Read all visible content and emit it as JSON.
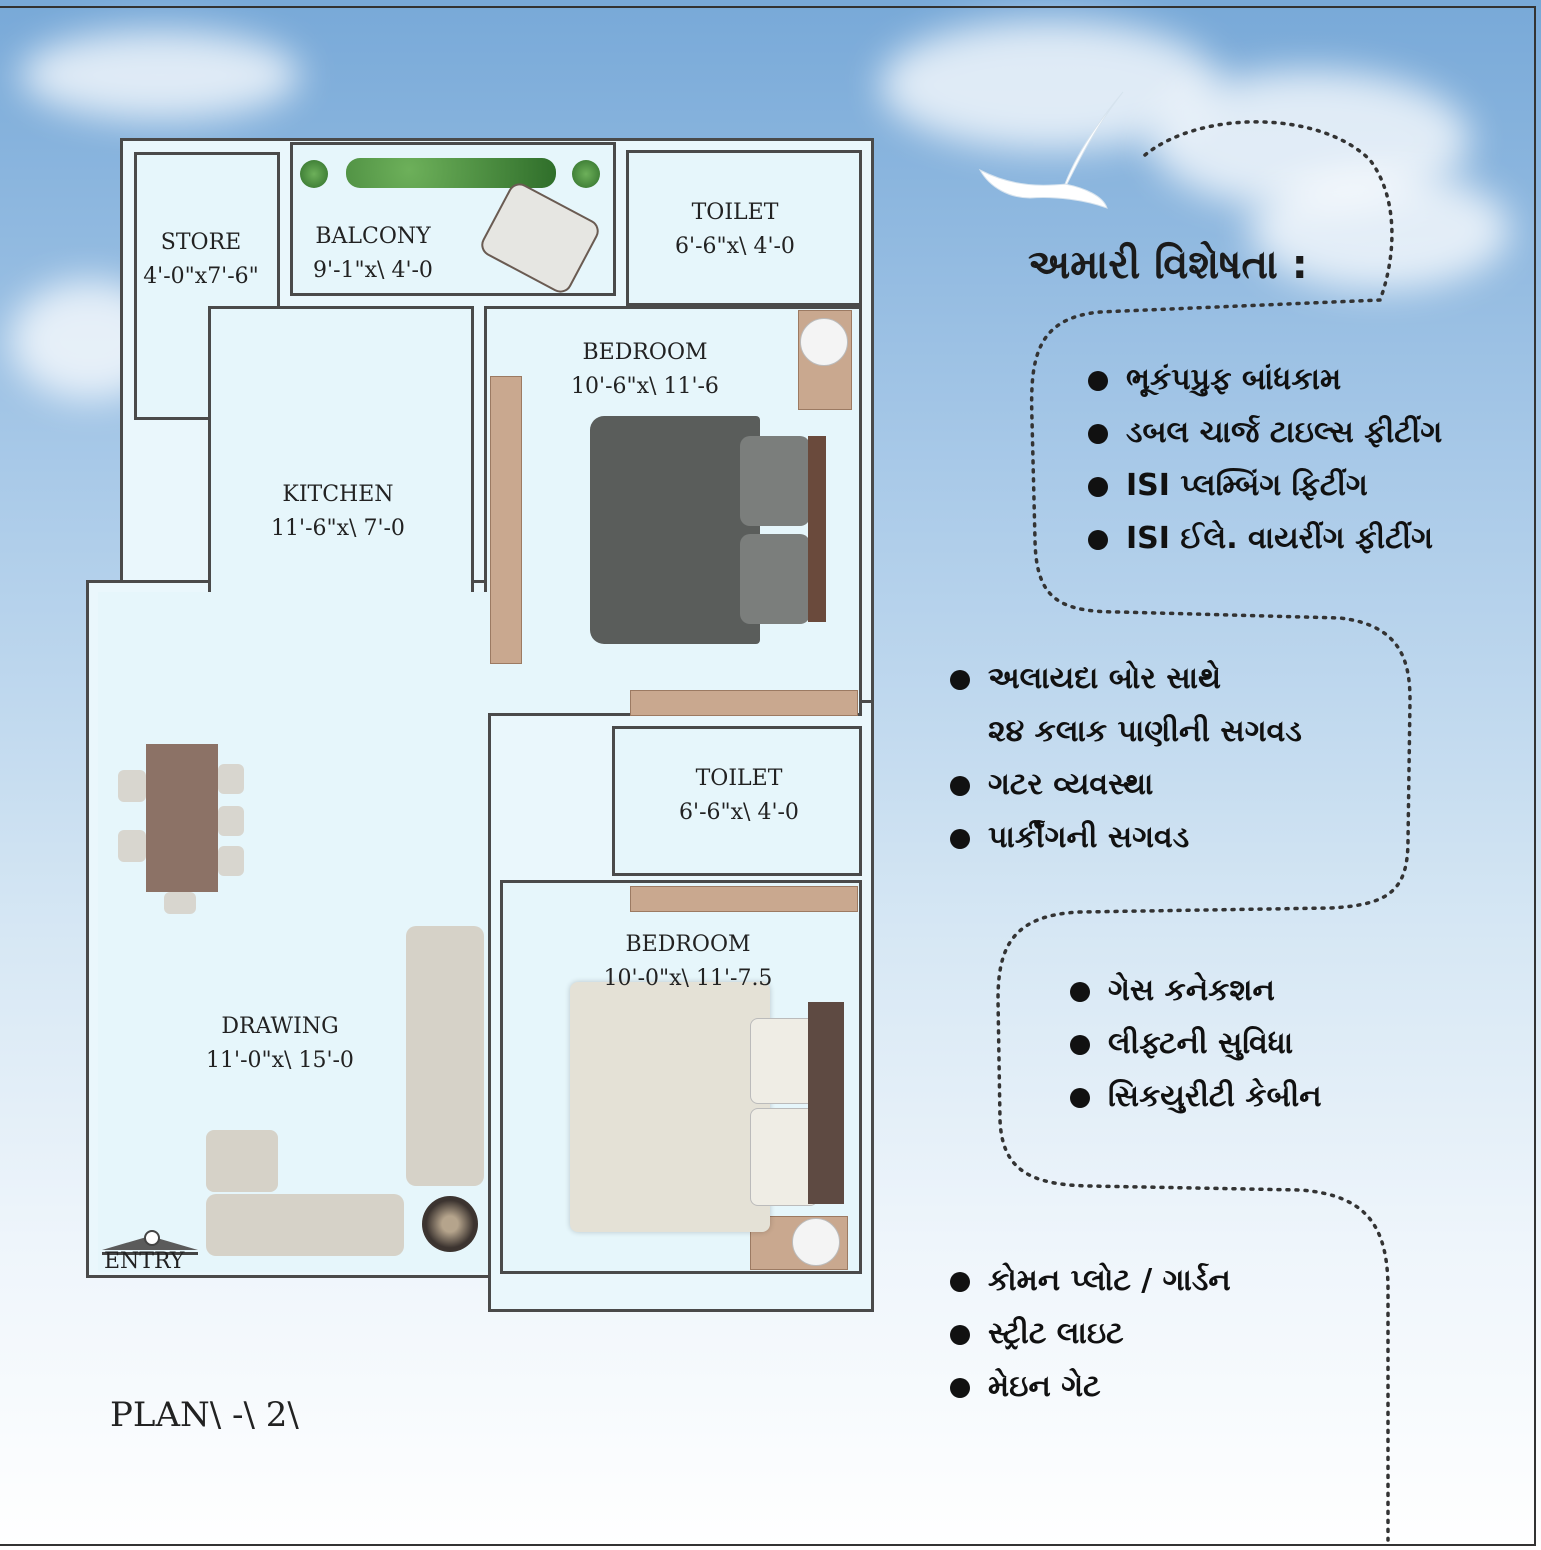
{
  "plan": {
    "caption": "PLAN\\ -\\ 2\\",
    "rooms": [
      {
        "name": "STORE",
        "size": "4'-0\"x7'-6\""
      },
      {
        "name": "BALCONY",
        "size": "9'-1\"x\\ 4'-0"
      },
      {
        "name": "TOILET",
        "size": "6'-6\"x\\ 4'-0"
      },
      {
        "name": "BEDROOM",
        "size": "10'-6\"x\\ 11'-6"
      },
      {
        "name": "KITCHEN",
        "size": "11'-6\"x\\ 7'-0"
      },
      {
        "name": "TOILET",
        "size": "6'-6\"x\\ 4'-0"
      },
      {
        "name": "BEDROOM",
        "size": "10'-0\"x\\ 11'-7.5"
      },
      {
        "name": "DRAWING",
        "size": "11'-0\"x\\ 15'-0"
      }
    ],
    "entry_label": "ENTRY"
  },
  "features": {
    "title": "અમારી વિશેષતા :",
    "group1": [
      "ભૂકંપપ્રુફ બાંધકામ",
      "ડબલ ચાર્જ ટાઇલ્સ ફીટીંગ",
      "ISI પ્લમ્બિંગ ફિટીંગ",
      "ISI ઈલે. વાયરીંગ ફીટીંગ"
    ],
    "group2": [
      "અલાયદા બોર સાથે",
      "૨૪ કલાક પાણીની સગવડ",
      "ગટર વ્યવસ્થા",
      "પાર્કીંગની સગવડ"
    ],
    "group3": [
      "ગેસ કનેકશન",
      "લીફ્ટની સુવિધા",
      "સિકયુરીટી કેબીન"
    ],
    "group4": [
      "કોમન પ્લોટ / ગાર્ડન",
      "સ્ટ્રીટ લાઇટ",
      "મેઇન ગેટ"
    ]
  },
  "colors": {
    "room_fill": "#e6f6fb",
    "wall": "#4a4a4a",
    "wood": "#c9a88f",
    "dotted_path": "#333333"
  }
}
